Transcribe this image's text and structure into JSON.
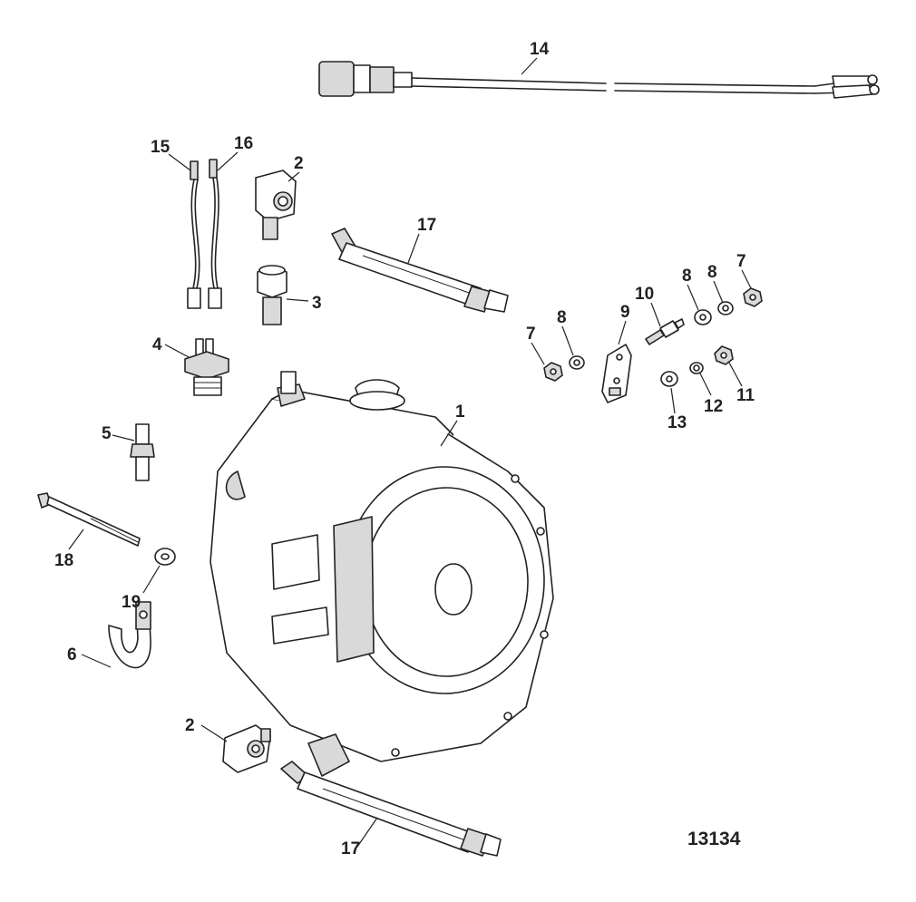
{
  "figure_number": "13134",
  "callouts": {
    "c1": "1",
    "c2a": "2",
    "c2b": "2",
    "c3": "3",
    "c4": "4",
    "c5": "5",
    "c6": "6",
    "c7a": "7",
    "c7b": "7",
    "c8a": "8",
    "c8b": "8",
    "c8c": "8",
    "c9": "9",
    "c10": "10",
    "c11": "11",
    "c12": "12",
    "c13": "13",
    "c14": "14",
    "c15": "15",
    "c16": "16",
    "c17a": "17",
    "c17b": "17",
    "c18": "18",
    "c19": "19"
  }
}
